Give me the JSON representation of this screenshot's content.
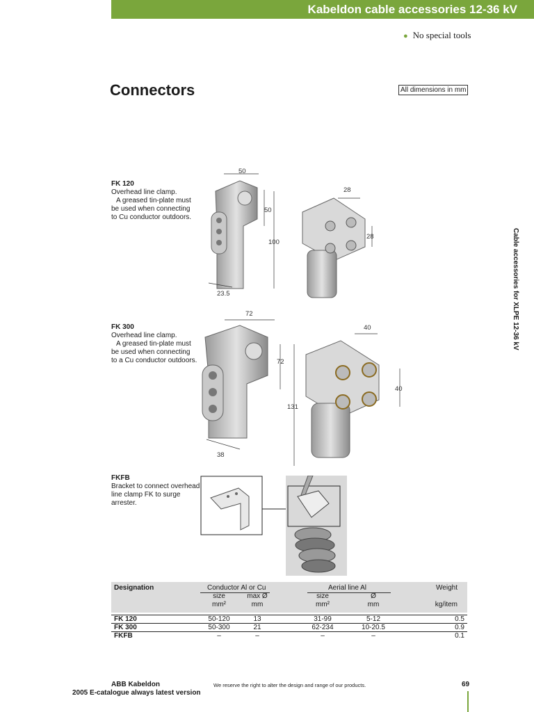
{
  "header": {
    "title": "Kabeldon cable accessories 12-36 kV"
  },
  "features": [
    "No special tools"
  ],
  "page_title": "Connectors",
  "dimensions_note": "All dimensions in mm",
  "side_label": "Cable accessories for XLPE 12-36 kV",
  "products": [
    {
      "name": "FK 120",
      "lines": [
        "Overhead line clamp.",
        "A greased tin-plate must",
        "be used when connecting",
        "to Cu conductor outdoors."
      ],
      "dims": [
        "50",
        "50",
        "100",
        "23.5",
        "28",
        "28"
      ]
    },
    {
      "name": "FK 300",
      "lines": [
        "Overhead line clamp.",
        "A greased tin-plate must",
        "be used when connecting",
        "to a Cu conductor outdoors."
      ],
      "dims": [
        "72",
        "72",
        "131",
        "38",
        "40",
        "40"
      ]
    },
    {
      "name": "FKFB",
      "lines": [
        "Bracket to connect overhead",
        "line clamp FK to surge",
        "arrester."
      ]
    }
  ],
  "spec_table": {
    "headers": {
      "designation": "Designation",
      "conductor": "Conductor Al or Cu",
      "aerial": "Aerial line Al",
      "weight": "Weight",
      "size": "size",
      "max_dia": "max Ø",
      "size2": "size",
      "dia": "Ø",
      "unit_mm2": "mm²",
      "unit_mm": "mm",
      "unit_mm2_b": "mm²",
      "unit_mm_b": "mm",
      "unit_kg": "kg/item"
    },
    "rows": [
      {
        "designation": "FK 120",
        "cond_size": "50-120",
        "cond_max": "13",
        "aer_size": "31-99",
        "aer_dia": "5-12",
        "weight": "0.5"
      },
      {
        "designation": "FK 300",
        "cond_size": "50-300",
        "cond_max": "21",
        "aer_size": "62-234",
        "aer_dia": "10-20.5",
        "weight": "0.9"
      },
      {
        "designation": "FKFB",
        "cond_size": "–",
        "cond_max": "–",
        "aer_size": "–",
        "aer_dia": "–",
        "weight": "0.1"
      }
    ]
  },
  "footer": {
    "company": "ABB Kabeldon",
    "edition": "2005 E-catalogue always latest version",
    "note": "We reserve the right to alter the design and range of our products.",
    "page": "69"
  },
  "colors": {
    "brand_green": "#7aa63c",
    "table_header": "#dcdcdc"
  }
}
